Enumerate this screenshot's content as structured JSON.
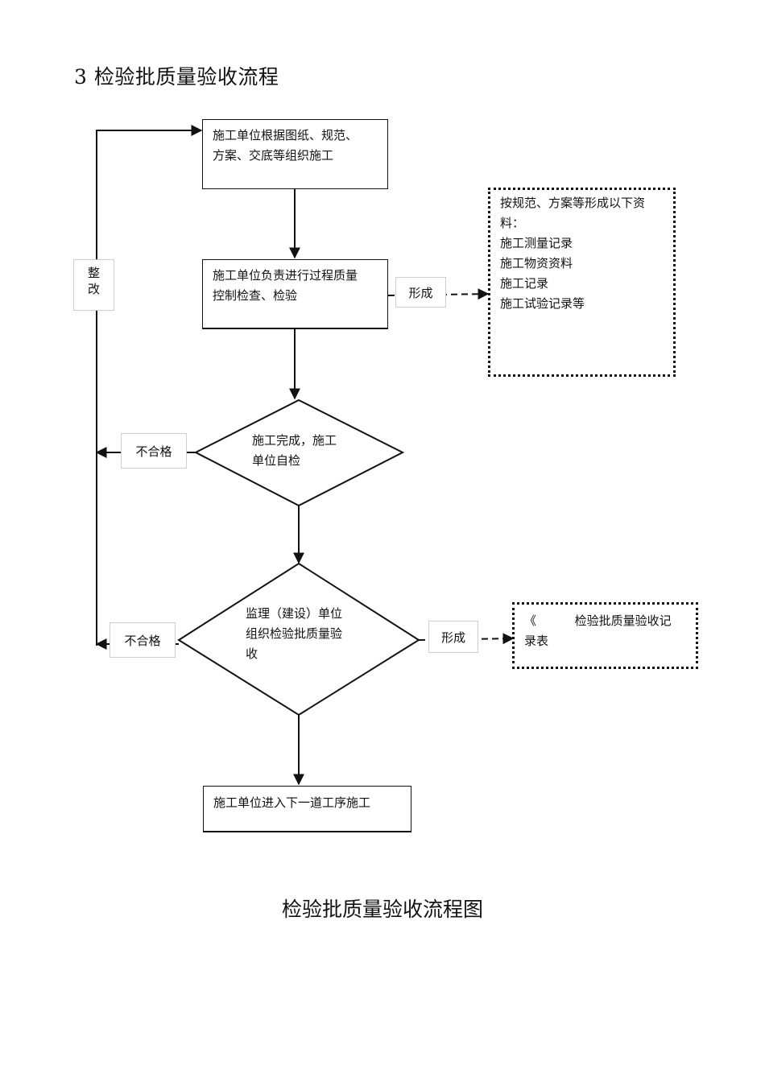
{
  "title": "3 检验批质量验收流程",
  "caption": "检验批质量验收流程图",
  "nodes": {
    "start": [
      "施工单位根据图纸、规范、",
      "方案、交底等组织施工"
    ],
    "process_check": [
      "施工单位负责进行过程质量",
      "控制检查、检验"
    ],
    "records": [
      "按规范、方案等形成以下资",
      "料：",
      "施工测量记录",
      "施工物资资料",
      "施工记录",
      "施工试验记录等"
    ],
    "self_check": [
      "施工完成，施工",
      "单位自检"
    ],
    "supervision": [
      "监理（建设）单位",
      "组织检验批质量验",
      "收"
    ],
    "record_form": [
      "《          检验批质量验收记",
      "录表"
    ],
    "next_step": "施工单位进入下一道工序施工"
  },
  "labels": {
    "rectify": "整改",
    "form_1": "形成",
    "form_2": "形成",
    "fail_1": "不合格",
    "fail_2": "不合格"
  }
}
